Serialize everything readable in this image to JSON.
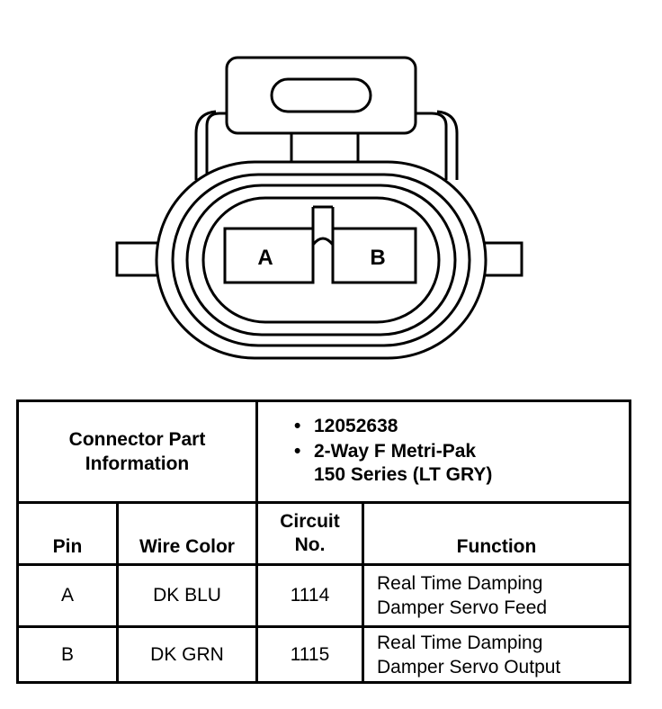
{
  "connector": {
    "cavity_labels": [
      "A",
      "B"
    ]
  },
  "info": {
    "heading_line1": "Connector Part",
    "heading_line2": "Information",
    "bullets": [
      {
        "line1": "12052638",
        "line2": ""
      },
      {
        "line1": "2-Way F Metri-Pak",
        "line2": "150 Series (LT GRY)"
      }
    ]
  },
  "columns": {
    "pin": "Pin",
    "wire_color": "Wire Color",
    "circuit_line1": "Circuit",
    "circuit_line2": "No.",
    "function": "Function"
  },
  "rows": [
    {
      "pin": "A",
      "wire_color": "DK BLU",
      "circuit": "1114",
      "function_line1": "Real Time Damping",
      "function_line2": "Damper Servo Feed"
    },
    {
      "pin": "B",
      "wire_color": "DK GRN",
      "circuit": "1115",
      "function_line1": "Real Time Damping",
      "function_line2": "Damper Servo Output"
    }
  ]
}
